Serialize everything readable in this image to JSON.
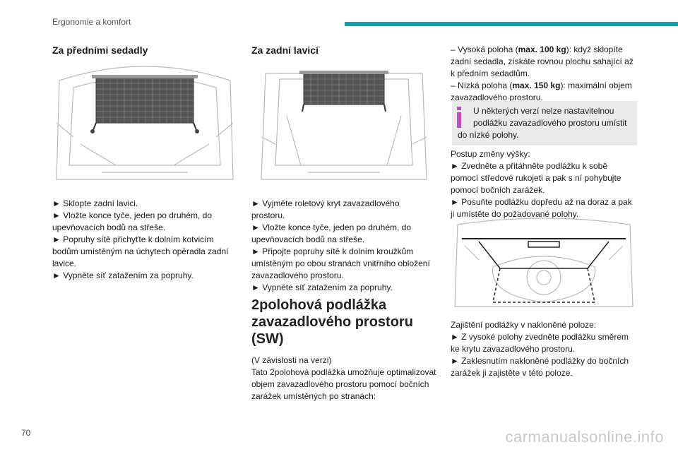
{
  "header": {
    "section": "Ergonomie a komfort"
  },
  "col1": {
    "title": "Za předními sedadly",
    "lines": [
      "► Sklopte zadní lavici.",
      "► Vložte konce tyče, jeden po druhém, do",
      "upevňovacích bodů na střeše.",
      "► Popruhy sítě přichyťte k dolním kotvicím",
      "bodům umístěným na úchytech opěradla zadní",
      "lavice.",
      "► Vypněte síť zatažením za popruhy."
    ]
  },
  "col2": {
    "title": "Za zadní lavicí",
    "lines": [
      "► Vyjměte roletový kryt zavazadlového",
      "prostoru.",
      "► Vložte konce tyče, jeden po druhém, do",
      "upevňovacích bodů na střeše.",
      "► Připojte popruhy sítě k dolním kroužkům",
      "umístěným po obou stranách vnitřního obložení",
      "zavazadlového prostoru.",
      "► Vypněte síť zatažením za popruhy."
    ],
    "section_title_lines": [
      "2polohová podlážka",
      "zavazadlového prostoru",
      "(SW)"
    ],
    "body_lines": [
      "(V závislosti na verzi)",
      "Tato 2polohová podlážka umožňuje optimalizovat",
      "objem zavazadlového prostoru pomocí bočních",
      "zarážek umístěných po stranách:"
    ]
  },
  "col3": {
    "high_prefix": "– Vysoká poloha (",
    "high_bold": "max. 100 kg",
    "high_rest1": "): když sklopíte",
    "high_rest2": "zadní sedadla, získáte rovnou plochu sahající až",
    "high_rest3": "k předním sedadlům.",
    "low_prefix": "– Nízká poloha (",
    "low_bold": "max. 150 kg",
    "low_rest1": "): maximální objem",
    "low_rest2": "zavazadlového prostoru.",
    "note_lines": [
      "U některých verzí nelze nastavitelnou",
      "podlážku zavazadlového prostoru umístit",
      "do nízké polohy."
    ],
    "procedure_lines": [
      "Postup změny výšky:",
      "► Zvedněte a přitáhněte podlážku k sobě",
      "pomocí středové rukojeti a pak s ní pohybujte",
      "pomocí bočních zarážek.",
      "► Posuňte podlážku dopředu až na doraz a pak",
      "ji umístěte do požadované polohy."
    ],
    "incline_lines": [
      "Zajištění podlážky v nakloněné poloze:",
      "► Z vysoké polohy zvedněte podlážku směrem",
      "ke krytu zavazadlového prostoru.",
      "► Zaklesnutím nakloněné podlážky do bočních",
      "zarážek ji zajistěte v této poloze."
    ]
  },
  "footer": {
    "page_number": "70",
    "watermark": "carmanualsonline.info"
  },
  "colors": {
    "accent": "#1b9aa6",
    "note_bg": "#eaeaea",
    "info_icon": "#c04fc0"
  }
}
